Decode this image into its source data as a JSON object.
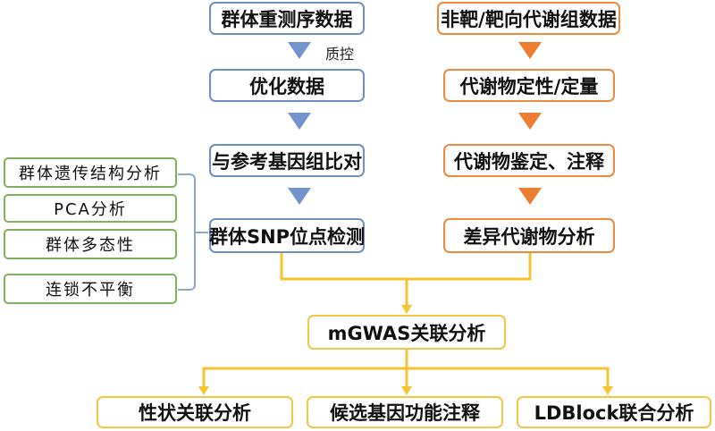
{
  "left_column": {
    "step1": "群体重测序数据",
    "qc_label": "质控",
    "step2": "优化数据",
    "step3": "与参考基因组比对",
    "step4": "群体SNP位点检测"
  },
  "right_column": {
    "step1": "非靶/靶向代谢组数据",
    "step2": "代谢物定性/定量",
    "step3": "代谢物鉴定、注释",
    "step4": "差异代谢物分析"
  },
  "side_analyses": [
    "群体遗传结构分析",
    "PCA分析",
    "群体多态性",
    "连锁不平衡"
  ],
  "center": "mGWAS关联分析",
  "outputs": [
    "性状关联分析",
    "候选基因功能注释",
    "LDBlock联合分析"
  ],
  "colors": {
    "blue": "#6f8fc7",
    "orange": "#ed8a3c",
    "yellow": "#f2c744",
    "green": "#7fb15d"
  }
}
